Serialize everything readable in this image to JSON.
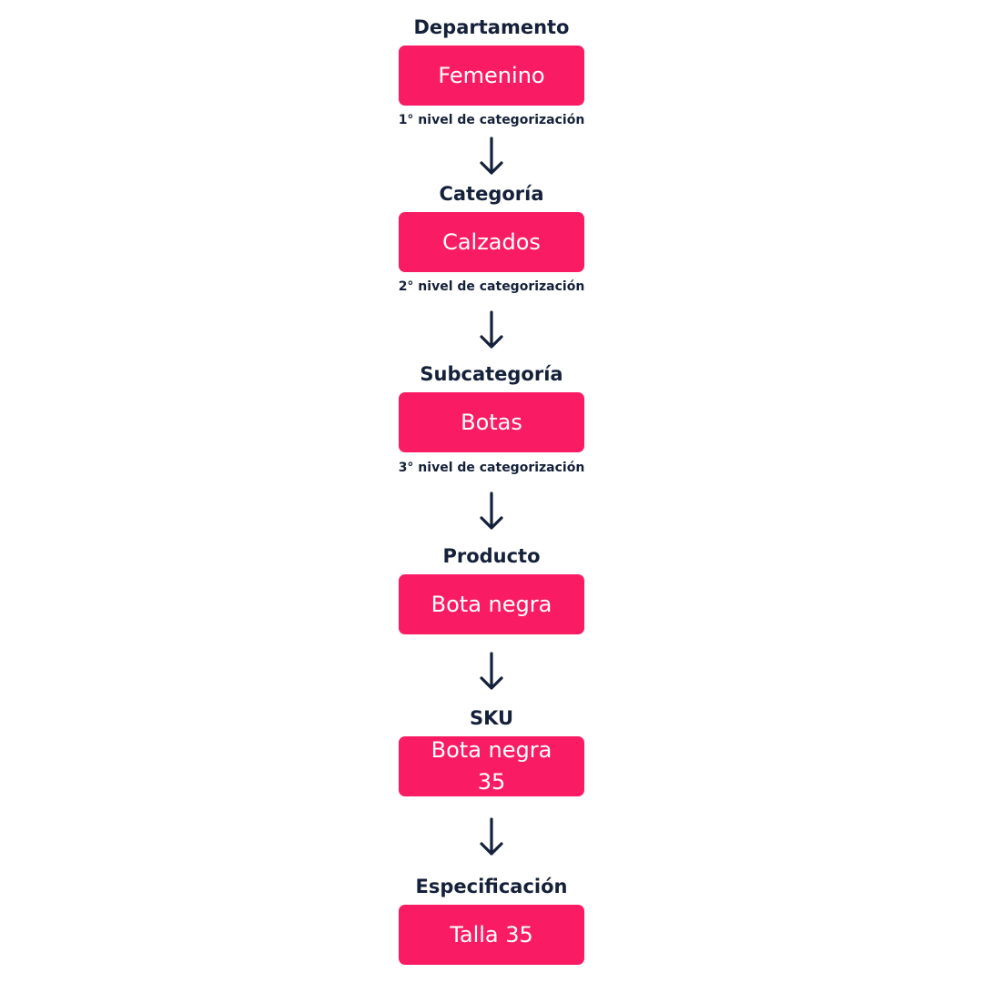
{
  "colors": {
    "box_fill": "#f91c64",
    "box_text": "#ffffff",
    "label_text": "#15213a",
    "arrow": "#15213a"
  },
  "nodes": [
    {
      "label": "Departamento",
      "value": "Femenino",
      "level_note": "1° nivel de categorización"
    },
    {
      "label": "Categoría",
      "value": "Calzados",
      "level_note": "2° nivel de categorización"
    },
    {
      "label": "Subcategoría",
      "value": "Botas",
      "level_note": "3° nivel de categorización"
    },
    {
      "label": "Producto",
      "value": "Bota negra",
      "level_note": ""
    },
    {
      "label": "SKU",
      "value": "Bota negra\n35",
      "level_note": ""
    },
    {
      "label": "Especificación",
      "value": "Talla 35",
      "level_note": ""
    }
  ]
}
